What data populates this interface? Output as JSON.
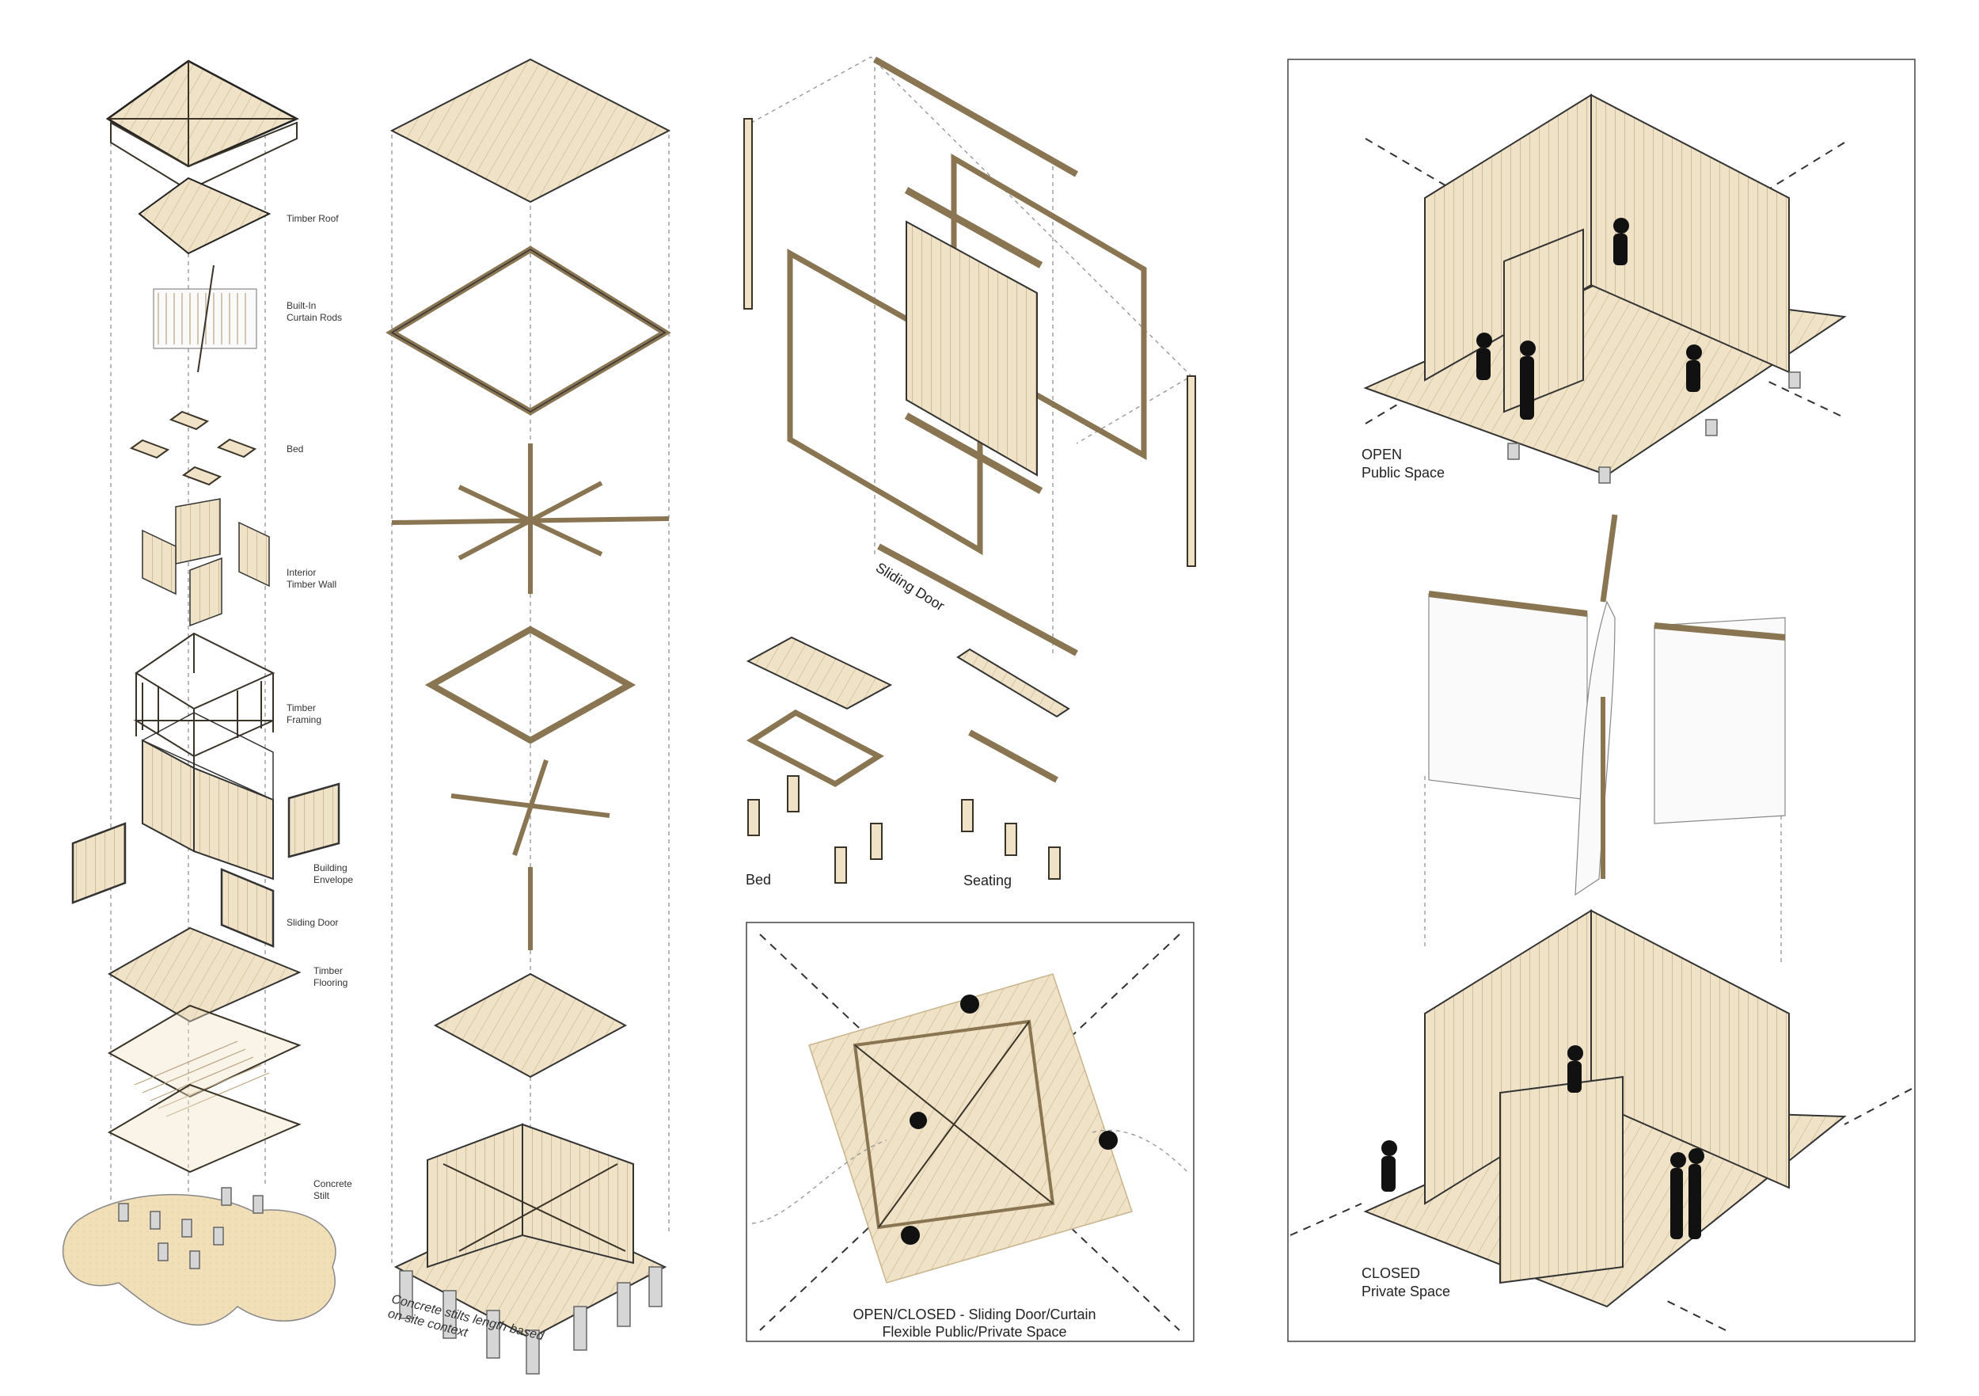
{
  "exploded_components": {
    "timber_roof": "Timber Roof",
    "curtain_rods_1": "Built-In",
    "curtain_rods_2": "Curtain Rods",
    "bed": "Bed",
    "interior_wall_1": "Interior",
    "interior_wall_2": "Timber Wall",
    "framing_1": "Timber",
    "framing_2": "Framing",
    "envelope_1": "Building",
    "envelope_2": "Envelope",
    "sliding_door": "Sliding Door",
    "flooring_1": "Timber",
    "flooring_2": "Flooring",
    "stilt_1": "Concrete",
    "stilt_2": "Stilt"
  },
  "structure_column": {
    "stilts_note_1": "Concrete stilts length based",
    "stilts_note_2": "on site context"
  },
  "sliding_door_detail": {
    "label": "Sliding Door"
  },
  "furniture": {
    "bed": "Bed",
    "seating": "Seating"
  },
  "plan": {
    "caption_1": "OPEN/CLOSED - Sliding Door/Curtain",
    "caption_2": "Flexible Public/Private Space"
  },
  "modes": {
    "open_1": "OPEN",
    "open_2": "Public Space",
    "closed_1": "CLOSED",
    "closed_2": "Private Space"
  },
  "colors": {
    "timber": "#efe2c6",
    "line": "#3a3328",
    "concrete": "#d6d6d6"
  }
}
